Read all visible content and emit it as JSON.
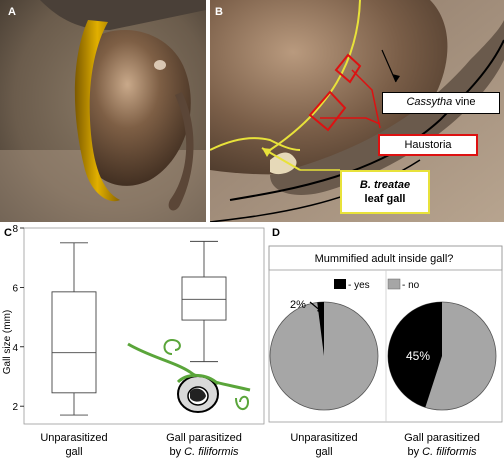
{
  "panels": {
    "a": "A",
    "b": "B",
    "c": "C",
    "d": "D"
  },
  "photo_b_labels": {
    "vine_species": "Cassytha",
    "vine_word": " vine",
    "haustoria": "Haustoria",
    "gall_species": "B. treatae",
    "gall_word": "leaf gall"
  },
  "chart_data": [
    {
      "type": "box",
      "ylabel": "Gall size (mm)",
      "ylim": [
        1.4,
        8.0
      ],
      "yticks": [
        2,
        4,
        6,
        8
      ],
      "categories": [
        {
          "line1": "Unparasitized",
          "line2": "gall"
        },
        {
          "line1": "Gall parasitized",
          "line2_prefix": "by ",
          "line2_italic": "C. filiformis"
        }
      ],
      "boxes": [
        {
          "min": 1.7,
          "q1": 2.45,
          "median": 3.8,
          "q3": 5.85,
          "max": 7.5
        },
        {
          "min": 3.5,
          "q1": 4.9,
          "median": 5.6,
          "q3": 6.35,
          "max": 7.55
        }
      ]
    },
    {
      "type": "pie",
      "title": "Mummified adult inside gall?",
      "legend": [
        {
          "label": "- yes",
          "color": "#000000"
        },
        {
          "label": "- no",
          "color": "#a6a6a6"
        }
      ],
      "categories": [
        {
          "line1": "Unparasitized",
          "line2": "gall"
        },
        {
          "line1": "Gall parasitized",
          "line2_prefix": "by ",
          "line2_italic": "C. filiformis"
        }
      ],
      "pies": [
        {
          "yes_percent": 2,
          "label": "2%"
        },
        {
          "yes_percent": 45,
          "label": "45%"
        }
      ]
    }
  ]
}
